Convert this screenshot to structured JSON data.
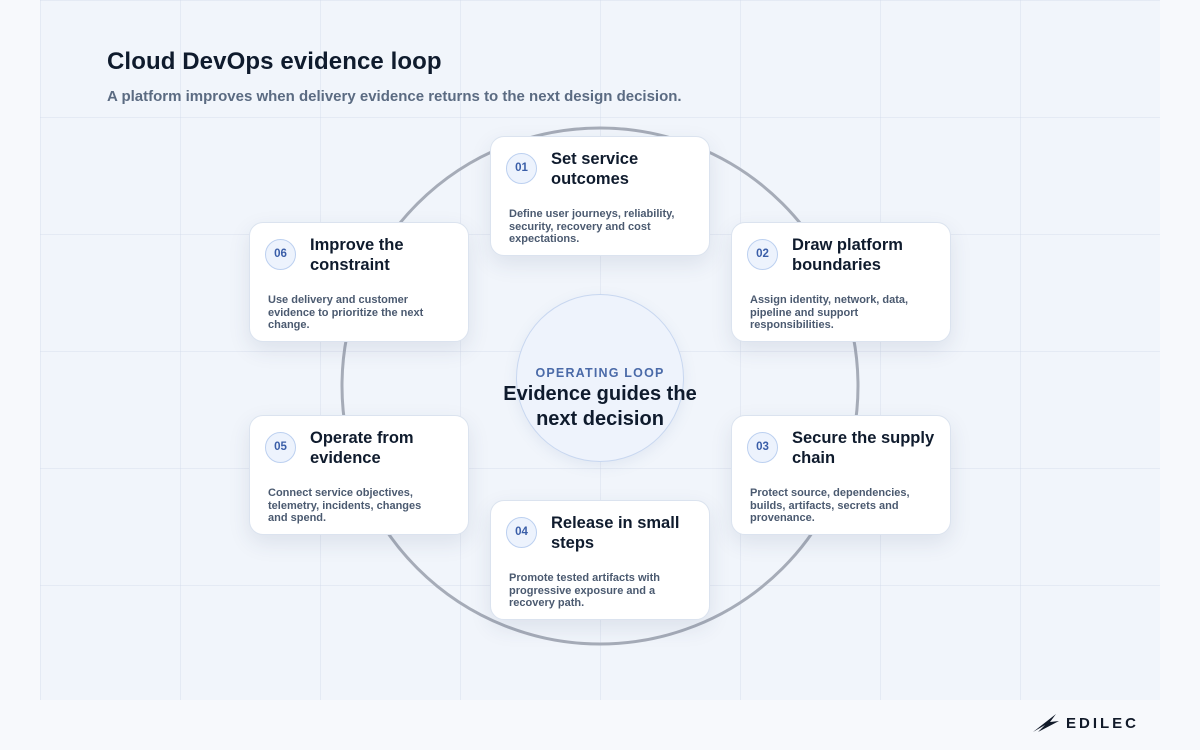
{
  "header": {
    "title": "Cloud DevOps evidence loop",
    "subtitle": "A platform improves when delivery evidence returns to the next design decision."
  },
  "center": {
    "eyebrow": "OPERATING LOOP",
    "heading": "Evidence guides the next decision"
  },
  "steps": [
    {
      "number": "01",
      "title": "Set service outcomes",
      "description": "Define user journeys, reliability, security, recovery and cost expectations."
    },
    {
      "number": "02",
      "title": "Draw platform boundaries",
      "description": "Assign identity, network, data, pipeline and support responsibilities."
    },
    {
      "number": "03",
      "title": "Secure the supply chain",
      "description": "Protect source, dependencies, builds, artifacts, secrets and provenance."
    },
    {
      "number": "04",
      "title": "Release in small steps",
      "description": "Promote tested artifacts with progressive exposure and a recovery path."
    },
    {
      "number": "05",
      "title": "Operate from evidence",
      "description": "Connect service objectives, telemetry, incidents, changes and spend."
    },
    {
      "number": "06",
      "title": "Improve the constraint",
      "description": "Use delivery and customer evidence to prioritize the next change."
    }
  ],
  "brand": {
    "name": "EDILEC",
    "icon": "edilec-logo-icon"
  },
  "colors": {
    "accent": "#3a5ea8",
    "ring": "#a3a9b5",
    "title": "#0f1b2d"
  }
}
